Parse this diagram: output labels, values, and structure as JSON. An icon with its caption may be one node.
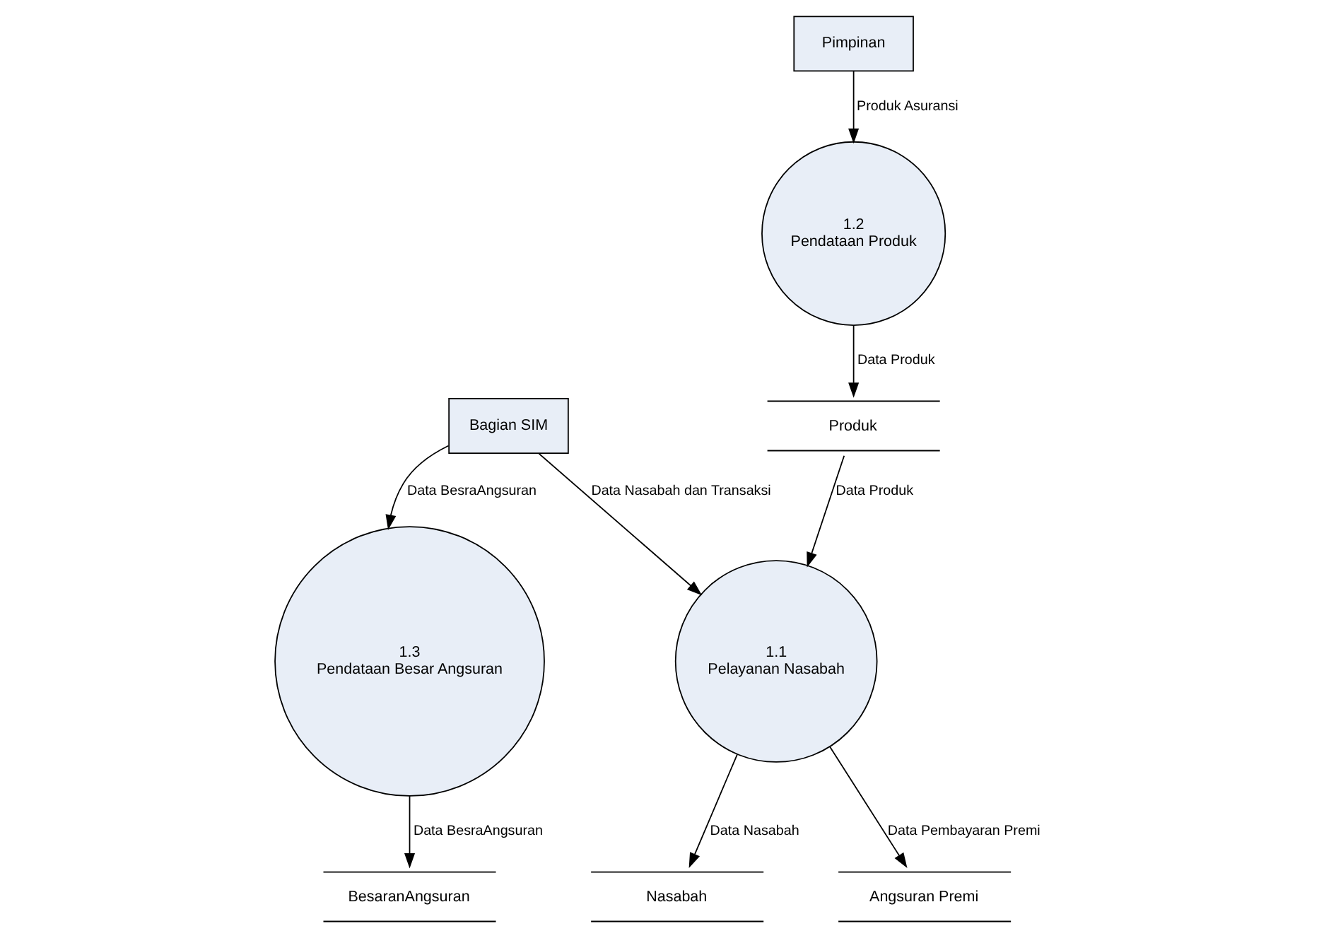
{
  "diagram": {
    "nodes": [
      {
        "text": [
          "BesaranAngsuran"
        ]
      },
      {
        "text": [
          "1.3",
          "Pendataan Besar Angsuran"
        ]
      },
      {
        "text": [
          "Bagian SIM"
        ]
      },
      {
        "text": [
          "Produk"
        ]
      },
      {
        "text": [
          "1.1",
          "Pelayanan Nasabah"
        ]
      },
      {
        "text": [
          "1.2",
          "Pendataan Produk"
        ]
      },
      {
        "text": [
          "Nasabah"
        ]
      },
      {
        "text": [
          "Angsuran Premi"
        ]
      },
      {
        "text": [
          "Pimpinan"
        ]
      }
    ],
    "edges": [
      {
        "from": 1,
        "to": 0,
        "arrow": "to",
        "label": "Data BesraAngsuran"
      },
      {
        "from": 2,
        "to": 1,
        "arrow": "to",
        "label": "Data BesraAngsuran"
      },
      {
        "from": 3,
        "to": 4,
        "arrow": "to",
        "label": "Data Produk"
      },
      {
        "from": 5,
        "to": 3,
        "arrow": "to",
        "label": "Data Produk"
      },
      {
        "from": 2,
        "to": 4,
        "arrow": "to",
        "label": "Data Nasabah dan Transaksi"
      },
      {
        "from": 4,
        "to": 6,
        "arrow": "to",
        "label": "Data Nasabah"
      },
      {
        "from": 4,
        "to": 7,
        "arrow": "to",
        "label": "Data Pembayaran Premi"
      },
      {
        "from": 8,
        "to": 5,
        "arrow": "to",
        "label": "Produk Asuransi"
      }
    ]
  }
}
